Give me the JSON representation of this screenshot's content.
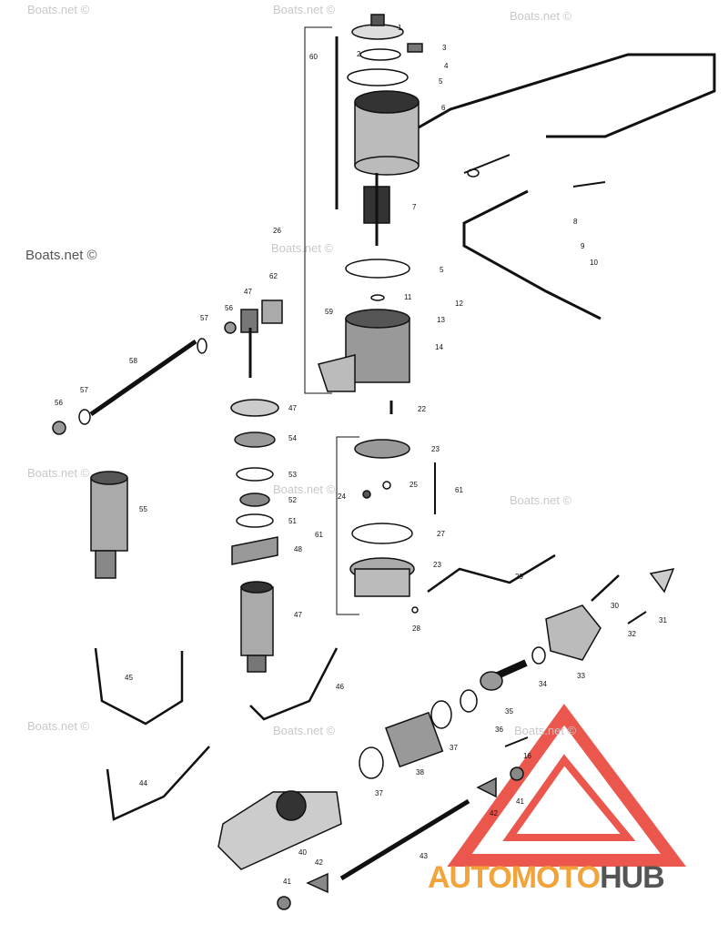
{
  "watermark": "Boats.net ©",
  "logo": {
    "part1": "AUTOMOTO",
    "part2": "HUB",
    "triangle_color": "#e8392f",
    "accent_color": "#f2a33a",
    "dark_color": "#555555"
  },
  "callouts": [
    "1",
    "2",
    "3",
    "4",
    "5",
    "6",
    "60",
    "7",
    "26",
    "8",
    "9",
    "10",
    "5",
    "11",
    "12",
    "13",
    "59",
    "14",
    "22",
    "62",
    "47",
    "56",
    "57",
    "58",
    "56",
    "57",
    "47",
    "54",
    "53",
    "52",
    "51",
    "48",
    "47",
    "55",
    "23",
    "25",
    "24",
    "61",
    "61",
    "27",
    "23",
    "28",
    "29",
    "30",
    "31",
    "32",
    "33",
    "34",
    "35",
    "36",
    "37",
    "38",
    "37",
    "45",
    "46",
    "44",
    "40",
    "43",
    "42",
    "41",
    "16",
    "42",
    "41"
  ]
}
